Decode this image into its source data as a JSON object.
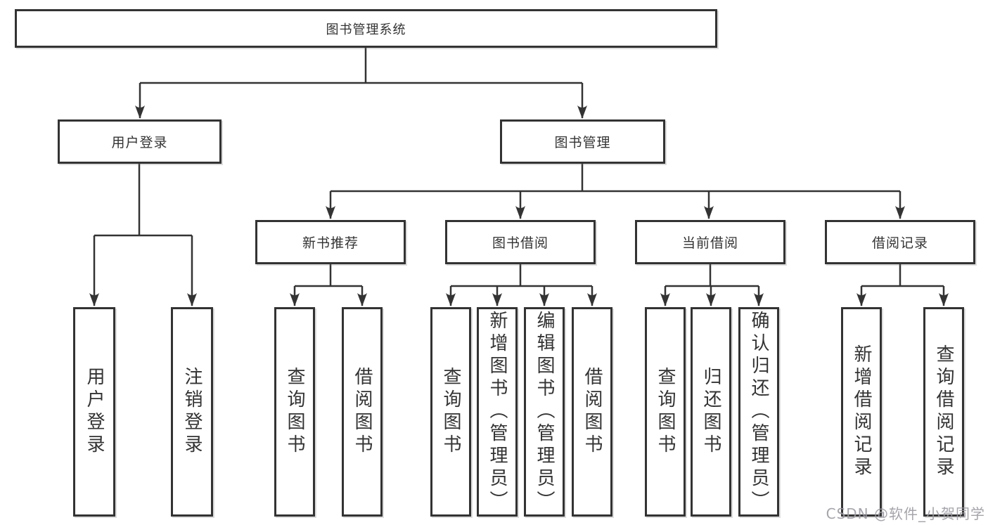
{
  "diagram": {
    "title": "图书管理系统",
    "branches": [
      {
        "label": "用户登录",
        "children": [
          {
            "label": "用户登录"
          },
          {
            "label": "注销登录"
          }
        ]
      },
      {
        "label": "图书管理",
        "children": [
          {
            "label": "新书推荐",
            "children": [
              {
                "label": "查询图书"
              },
              {
                "label": "借阅图书"
              }
            ]
          },
          {
            "label": "图书借阅",
            "children": [
              {
                "label": "查询图书"
              },
              {
                "label": "新增图书（管理员）"
              },
              {
                "label": "编辑图书（管理员）"
              },
              {
                "label": "借阅图书"
              }
            ]
          },
          {
            "label": "当前借阅",
            "children": [
              {
                "label": "查询图书"
              },
              {
                "label": "归还图书"
              },
              {
                "label": "确认归还（管理员）"
              }
            ]
          },
          {
            "label": "借阅记录",
            "children": [
              {
                "label": "新增借阅记录"
              },
              {
                "label": "查询借阅记录"
              }
            ]
          }
        ]
      }
    ]
  },
  "watermark": {
    "text": "CSDN @软件_小贺同学"
  },
  "colors": {
    "line": "#333333",
    "text": "#333333",
    "box_background": "#ffffff",
    "watermark": "#9b9ba3",
    "page_background": "#ffffff"
  }
}
